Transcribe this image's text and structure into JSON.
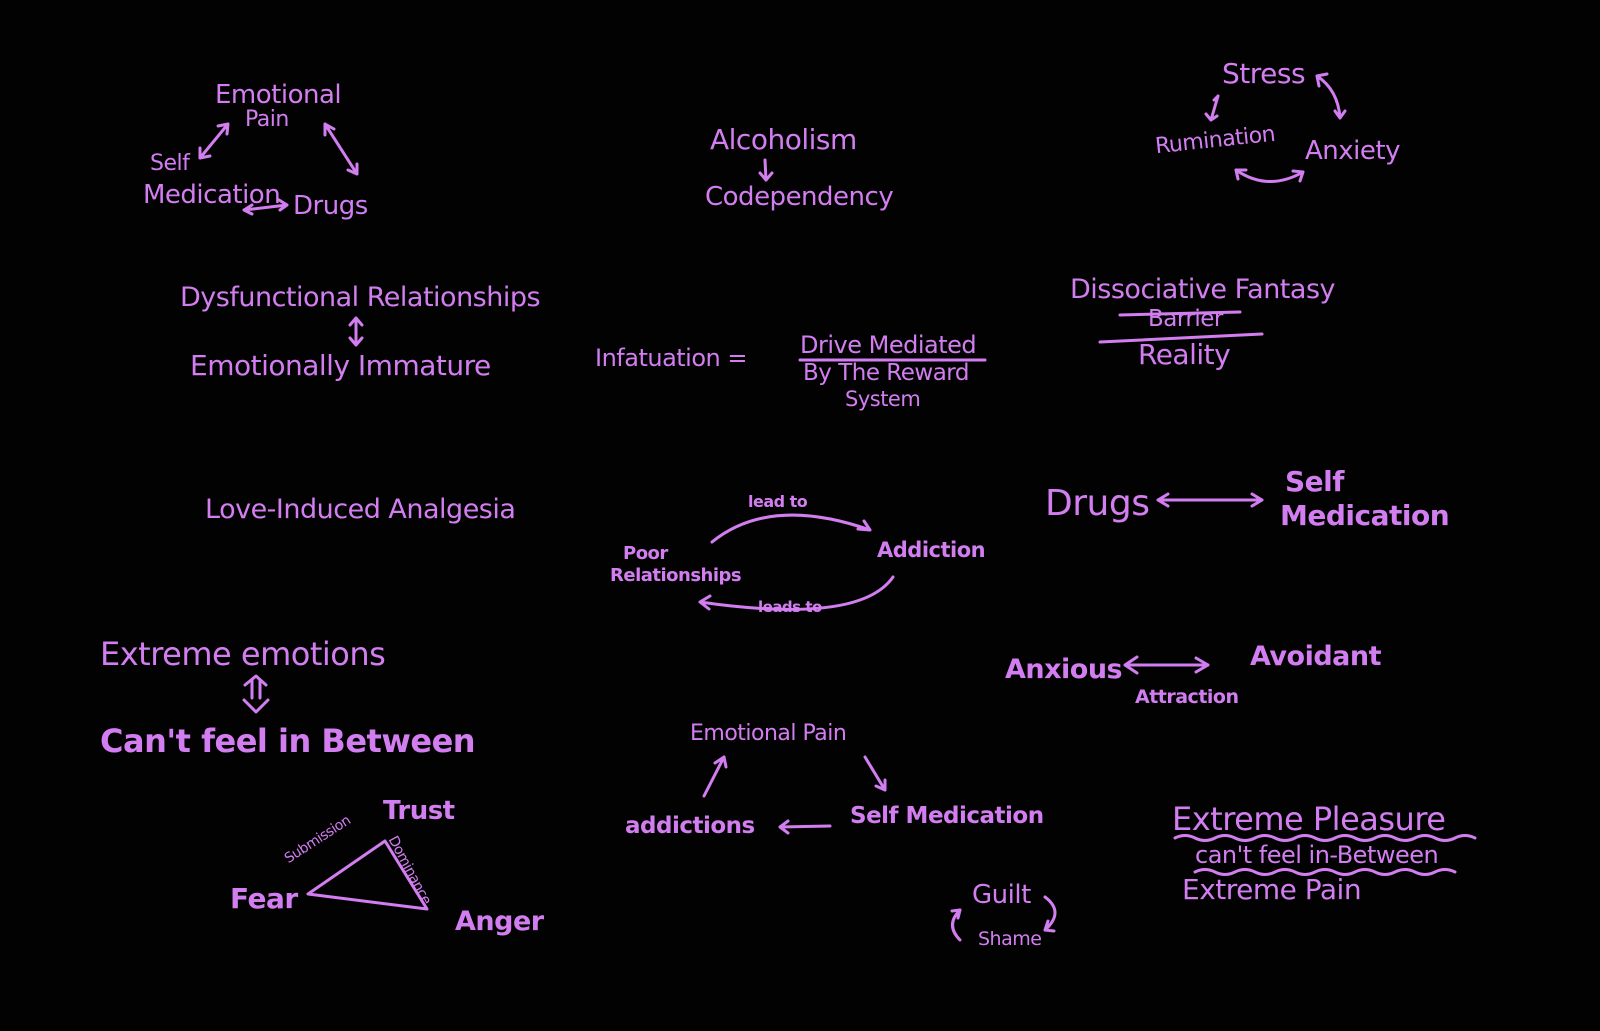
{
  "colors": {
    "background": "#030203",
    "ink": "#d27ef0"
  },
  "cluster_pain_drugs": {
    "emotional": "Emotional",
    "pain": "Pain",
    "self": "Self",
    "medication": "Medication",
    "drugs": "Drugs"
  },
  "cluster_alcohol": {
    "alcoholism": "Alcoholism",
    "codependency": "Codependency"
  },
  "cluster_stress": {
    "stress": "Stress",
    "rumination": "Rumination",
    "anxiety": "Anxiety"
  },
  "dysfunctional": {
    "top": "Dysfunctional Relationships",
    "bottom": "Emotionally Immature"
  },
  "infatuation": {
    "lhs": "Infatuation =",
    "line1": "Drive Mediated",
    "line2": "By The Reward",
    "line3": "System"
  },
  "dissociative": {
    "top": "Dissociative Fantasy",
    "middle": "Barrier",
    "bottom": "Reality"
  },
  "analgesia": "Love-Induced Analgesia",
  "cycle": {
    "lead_to": "lead to",
    "addiction": "Addiction",
    "poor": "Poor",
    "relationships": "Relationships",
    "leads_to": "leads to"
  },
  "drugs_self": {
    "drugs": "Drugs",
    "self": "Self",
    "medication": "Medication"
  },
  "extreme_emotions": {
    "top": "Extreme emotions",
    "bottom": "Can't feel in Between"
  },
  "attachment": {
    "anxious": "Anxious",
    "avoidant": "Avoidant",
    "attraction": "Attraction"
  },
  "pain_cycle": {
    "emotional_pain": "Emotional Pain",
    "addictions": "addictions",
    "self_medication": "Self Medication"
  },
  "extremes": {
    "pleasure": "Extreme Pleasure",
    "between": "can't feel in-Between",
    "pain": "Extreme Pain"
  },
  "triangle": {
    "trust": "Trust",
    "submission": "Submission",
    "dominance": "Dominance",
    "fear": "Fear",
    "anger": "Anger"
  },
  "guilt_shame": {
    "guilt": "Guilt",
    "shame": "Shame"
  }
}
